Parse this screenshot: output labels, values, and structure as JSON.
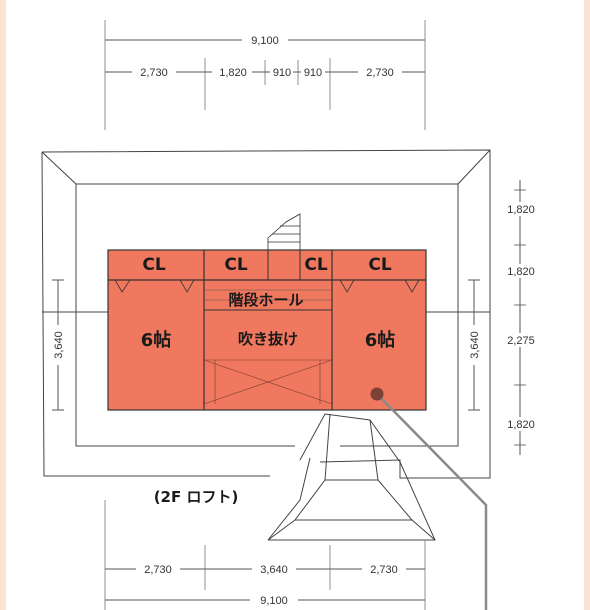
{
  "dimensions": {
    "top_total": "9,100",
    "top_segments": [
      "2,730",
      "1,820",
      "910",
      "910",
      "2,730"
    ],
    "right_segments": [
      "1,820",
      "1,820",
      "2,275",
      "1,820"
    ],
    "left_height": "3,640",
    "right_inner_height": "3,640",
    "bottom_segments": [
      "2,730",
      "3,640",
      "2,730"
    ],
    "bottom_total": "9,100"
  },
  "rooms": {
    "cl_1": "CL",
    "cl_2": "CL",
    "cl_3": "CL",
    "cl_4": "CL",
    "stair_hall": "階段ホール",
    "room_left": "6帖",
    "void": "吹き抜け",
    "room_right": "6帖"
  },
  "caption": "(2F ロフト)",
  "colors": {
    "room_fill": "#f0785e",
    "background": "#fbe3d3",
    "paper": "#ffffff",
    "line": "#444444",
    "pointer": "#8a8a8a"
  }
}
